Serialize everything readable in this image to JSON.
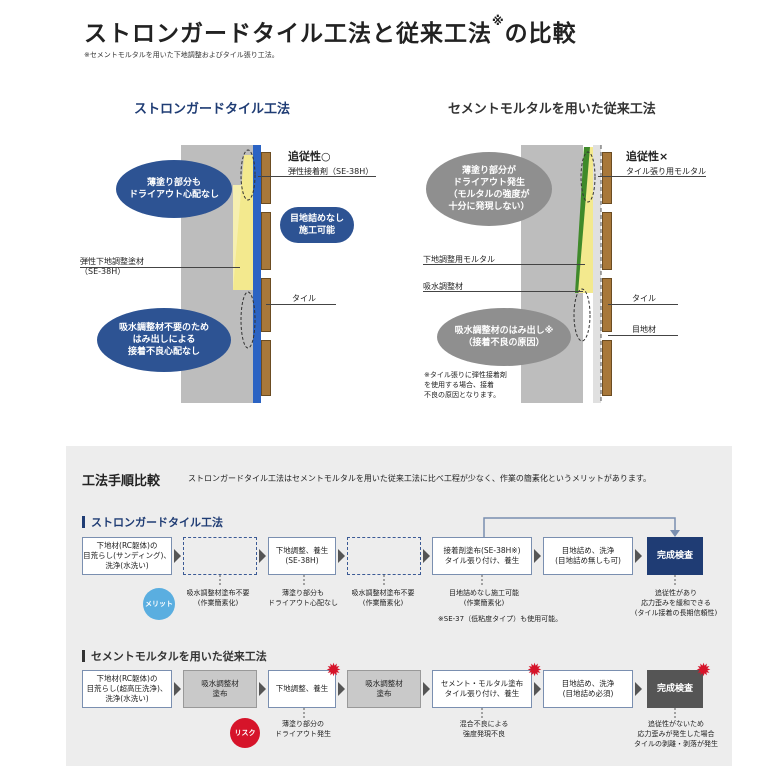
{
  "header": {
    "title": "ストロンガードタイル工法と従来工法",
    "title_sup": "※",
    "title_tail": "の比較",
    "subnote": "※セメントモルタルを用いた下地調整およびタイル張り工法。"
  },
  "left": {
    "heading": "ストロンガードタイル工法",
    "oval_top": "薄塗り部分も\nドライアウト心配なし",
    "tsuijusei": "追従性○",
    "label_se38h": "弾性接着剤（SE-38H）",
    "bubble_mid": "目地詰めなし\n施工可能",
    "label_base": "弾性下地調整塗材\n（SE-38H）",
    "label_tile": "タイル",
    "oval_bottom": "吸水調整材不要のため\nはみ出しによる\n接着不良心配なし"
  },
  "right": {
    "heading": "セメントモルタルを用いた従来工法",
    "oval_top": "薄塗り部分が\nドライアウト発生\n（モルタルの強度が\n十分に発現しない）",
    "tsuijusei": "追従性×",
    "label_mortar_tile": "タイル張り用モルタル",
    "label_base_mortar": "下地調整用モルタル",
    "label_absorb": "吸水調整材",
    "label_tile": "タイル",
    "label_joint": "目地材",
    "oval_bottom": "吸水調整材のはみ出し※\n（接着不良の原因）",
    "footnote": "※タイル張りに弾性接着剤\nを使用する場合、接着\n不良の原因となります。"
  },
  "process": {
    "title": "工法手順比較",
    "desc": "ストロンガードタイル工法はセメントモルタルを用いた従来工法に比べ工程が少なく、作業の簡素化というメリットがあります。",
    "row1": {
      "heading": "ストロンガードタイル工法",
      "steps": [
        "下地材(RC躯体)の\n目荒らし(サンディング)、\n洗浄(水洗い)",
        "",
        "下地調整、養生\n(SE-38H)",
        "",
        "接着剤塗布(SE-38H※)\nタイル張り付け、養生",
        "目地詰め、洗浄\n(目地詰め無しも可)",
        "完成検査"
      ],
      "badge": "メリット",
      "notes": [
        "吸水調整材塗布不要\n(作業簡素化)",
        "薄塗り部分も\nドライアウト心配なし",
        "吸水調整材塗布不要\n(作業簡素化)",
        "目地詰めなし施工可能\n(作業簡素化)",
        "※SE-37（低粘度タイプ）も使用可能。",
        "追従性があり\n応力歪みを緩和できる\n(タイル接着の長期信頼性)"
      ]
    },
    "row2": {
      "heading": "セメントモルタルを用いた従来工法",
      "steps": [
        "下地材(RC躯体)の\n目荒らし(超高圧洗浄)、\n洗浄(水洗い)",
        "吸水調整材\n塗布",
        "下地調整、養生",
        "吸水調整材\n塗布",
        "セメント・モルタル塗布\nタイル張り付け、養生",
        "目地詰め、洗浄\n(目地詰め必須)",
        "完成検査"
      ],
      "badge": "リスク",
      "notes": [
        "薄塗り部分の\nドライアウト発生",
        "混合不良による\n強度発現不良",
        "追従性がないため\n応力歪みが発生した場合\nタイルの剥離・剥落が発生"
      ]
    }
  },
  "colors": {
    "navy": "#1f3c74",
    "blue": "#2d5393",
    "tile": "#a8783a",
    "risk": "#d6142a",
    "merit": "#5aaee0"
  }
}
